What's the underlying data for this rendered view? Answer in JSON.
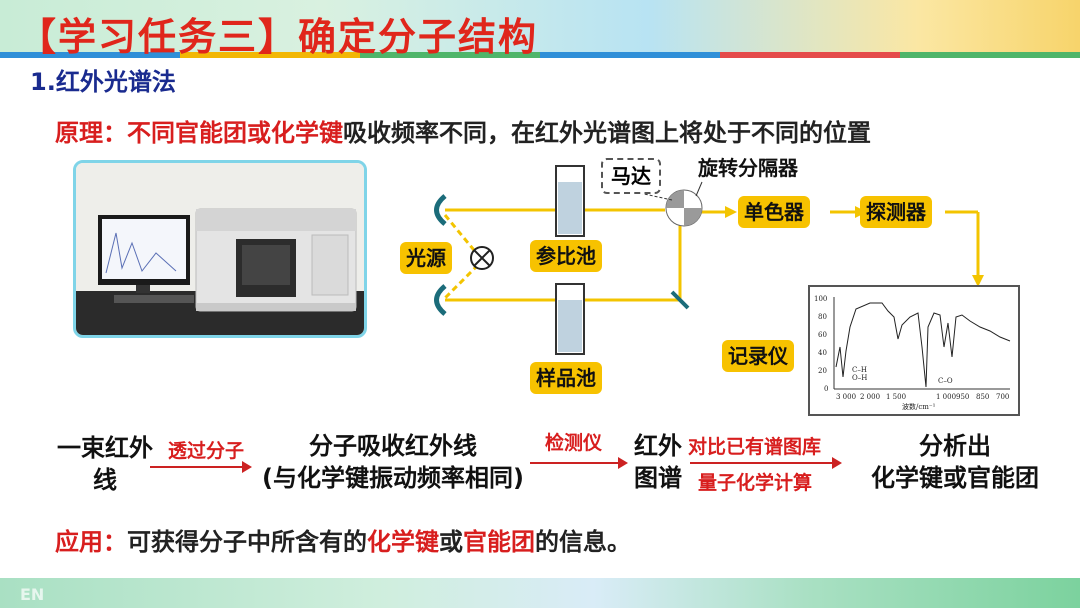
{
  "header": {
    "title": "【学习任务三】确定分子结构",
    "stripe_colors": [
      "#2f8fd8",
      "#f2b705",
      "#4fb56a",
      "#2f8fd8",
      "#e54b4b",
      "#4fb56a"
    ]
  },
  "section": {
    "title": "1.红外光谱法"
  },
  "principle": {
    "label": "原理：",
    "highlight": "不同官能团或化学键",
    "rest": "吸收频率不同，在红外光谱图上将处于不同的位置"
  },
  "schematic": {
    "motor": "马达",
    "rotating_splitter": "旋转分隔器",
    "monochromator": "单色器",
    "detector": "探测器",
    "light_source": "光源",
    "reference_cell": "参比池",
    "sample_cell": "样品池",
    "recorder": "记录仪"
  },
  "spectrum": {
    "y_ticks": [
      "100",
      "80",
      "60",
      "40",
      "20",
      "0"
    ],
    "x_ticks": [
      "3 000",
      "2 000",
      "1 500",
      "1 000",
      "950",
      "850",
      "700"
    ],
    "xlabel": "波数/cm⁻¹",
    "annotations": [
      "C–H",
      "O–H",
      "C–O"
    ]
  },
  "flow": {
    "step1": "一束红外线",
    "arrow1": "透过分子",
    "step2_line1": "分子吸收红外线",
    "step2_line2": "(与化学键振动频率相同)",
    "arrow2": "检测仪",
    "step3": "红外图谱",
    "arrow3_top": "对比已有谱图库",
    "arrow3_bottom": "量子化学计算",
    "step4_line1": "分析出",
    "step4_line2": "化学键或官能团"
  },
  "application": {
    "label": "应用：",
    "text1": "可获得分子中所含有的",
    "hl1": "化学键",
    "text2": "或",
    "hl2": "官能团",
    "text3": "的信息。"
  },
  "footer": {
    "label": "EN"
  }
}
